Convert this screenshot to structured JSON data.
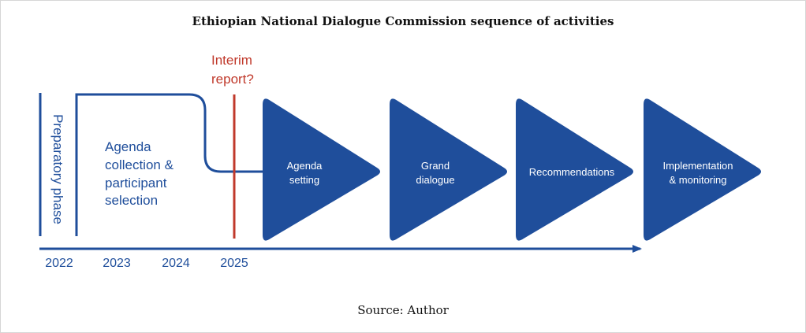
{
  "title": "Ethiopian National Dialogue Commission sequence of activities",
  "source": "Source: Author",
  "colors": {
    "primary_blue": "#1f4e9b",
    "accent_red": "#c0392b"
  },
  "preparatory_phase": "Preparatory phase",
  "agenda_collection": {
    "line1": "Agenda",
    "line2": "collection &",
    "line3": "participant",
    "line4": "selection"
  },
  "interim_report": {
    "line1": "Interim",
    "line2": "report?"
  },
  "stages": [
    {
      "line1": "Agenda",
      "line2": "setting"
    },
    {
      "line1": "Grand",
      "line2": "dialogue"
    },
    {
      "line1": "Recommendations",
      "line2": ""
    },
    {
      "line1": "Implementation",
      "line2": "& monitoring"
    }
  ],
  "timeline": {
    "years": [
      "2022",
      "2023",
      "2024",
      "2025"
    ]
  }
}
